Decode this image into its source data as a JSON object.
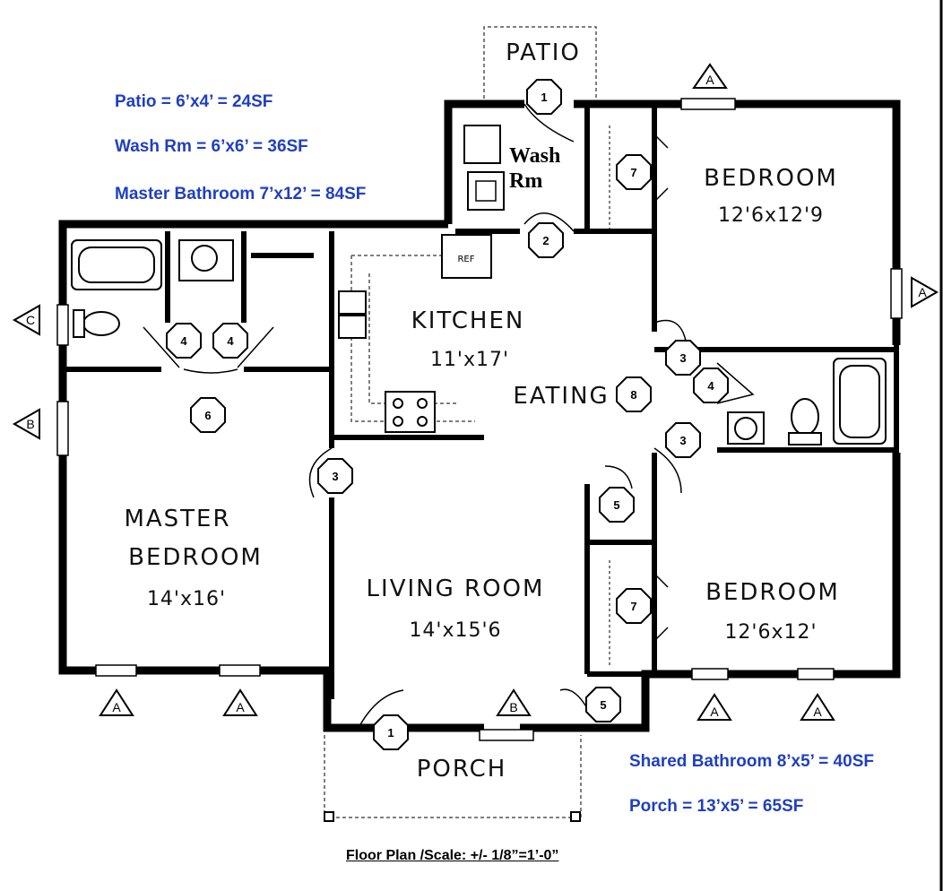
{
  "notes": {
    "patio": "Patio = 6’x4’ = 24SF",
    "wash": "Wash Rm = 6’x6’ = 36SF",
    "master_bath": "Master Bathroom 7’x12’ = 84SF",
    "shared_bath": "Shared Bathroom 8’x5’ = 40SF",
    "porch": "Porch = 13’x5’ = 65SF"
  },
  "rooms": {
    "patio": "PATIO",
    "wash_line1": "Wash",
    "wash_line2": "Rm",
    "bedroom_ne": "BEDROOM",
    "bedroom_ne_size": "12'6x12'9",
    "kitchen": "KITCHEN",
    "kitchen_size": "11'x17'",
    "eating": "EATING",
    "master_line1": "MASTER",
    "master_line2": "BEDROOM",
    "master_size": "14'x16'",
    "living": "LIVING ROOM",
    "living_size": "14'x15'6",
    "bedroom_se": "BEDROOM",
    "bedroom_se_size": "12'6x12'",
    "porch": "PORCH",
    "fridge": "REF"
  },
  "door_numbers": {
    "patio_door": "1",
    "wash_door": "2",
    "closet_ne": "7",
    "mbath_left": "4",
    "mbath_right": "4",
    "mbed_door": "6",
    "living_left": "3",
    "hall_top": "3",
    "bath_door": "4",
    "eating_8": "8",
    "hall_bottom": "3",
    "linen": "5",
    "closet_se": "7",
    "front_door": "1",
    "closet_porch": "5"
  },
  "elevation_markers": {
    "top_right": "A",
    "right": "A",
    "left_c": "C",
    "left_b": "B",
    "bottom_1": "A",
    "bottom_2": "A",
    "porch_b": "B",
    "bottom_3": "A",
    "bottom_4": "A"
  },
  "scale": "Floor Plan /Scale: +/- 1/8”=1’-0”"
}
